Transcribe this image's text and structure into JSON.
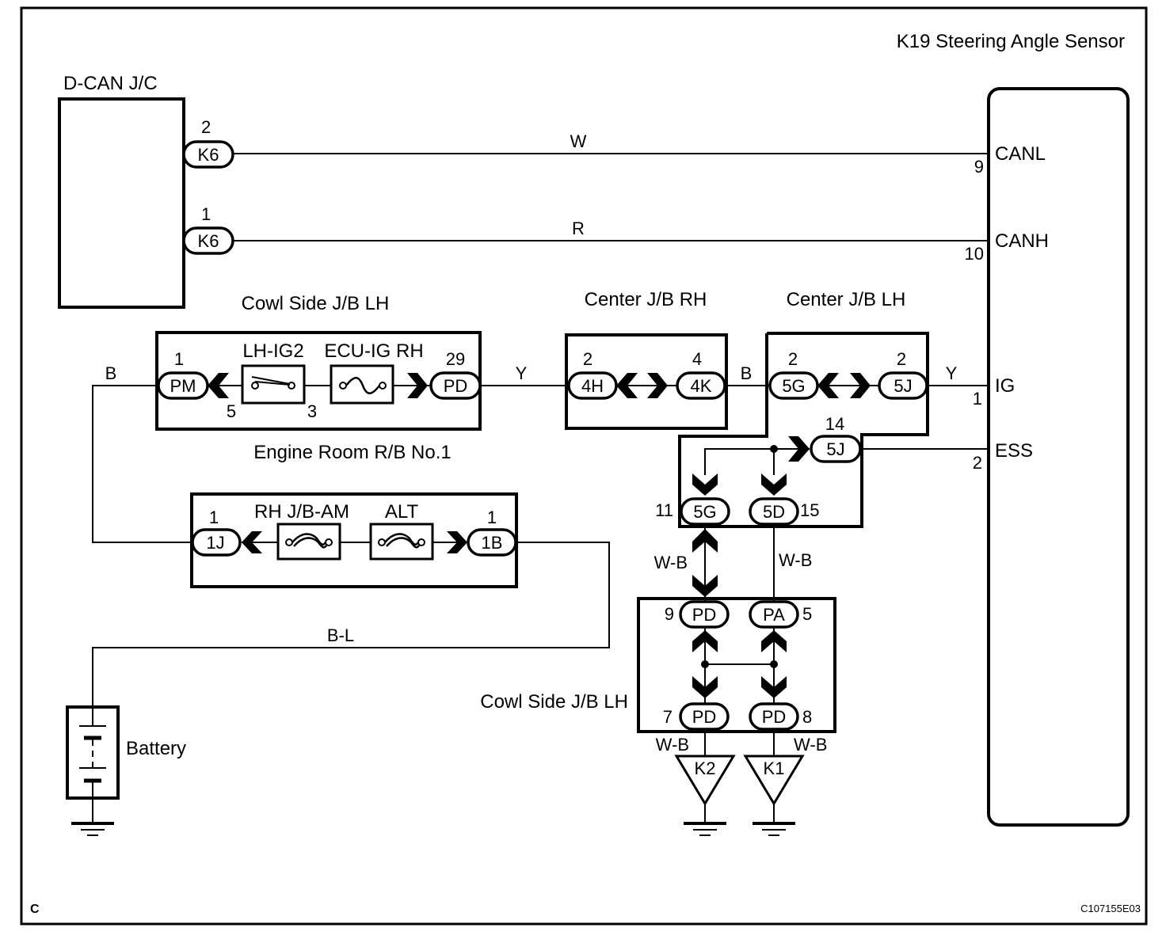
{
  "title": "K19  Steering Angle Sensor",
  "page_letter": "C",
  "figure_code": "C107155E03",
  "components": {
    "dcan_jc": {
      "label": "D-CAN J/C",
      "pins": [
        {
          "pin": "2",
          "connector": "K6"
        },
        {
          "pin": "1",
          "connector": "K6"
        }
      ]
    },
    "sensor": {
      "label": "K19  Steering Angle Sensor",
      "terminals": [
        {
          "pin": "9",
          "name": "CANL"
        },
        {
          "pin": "10",
          "name": "CANH"
        },
        {
          "pin": "1",
          "name": "IG"
        },
        {
          "pin": "2",
          "name": "ESS"
        }
      ]
    },
    "cowl_side_top": {
      "label_top": "Cowl Side J/B LH",
      "label_bottom": "Engine Room R/B No.1",
      "left_pin": "1",
      "left_conn": "PM",
      "switch_label": "LH-IG2",
      "switch_pin_left": "5",
      "switch_pin_right": "3",
      "fuse_label": "ECU-IG RH",
      "right_pin": "29",
      "right_conn": "PD"
    },
    "center_rh": {
      "label": "Center J/B RH",
      "left_pin": "2",
      "left_conn": "4H",
      "right_pin": "4",
      "right_conn": "4K"
    },
    "center_lh": {
      "label": "Center J/B LH",
      "left_pin": "2",
      "left_conn": "5G",
      "right_pin": "2",
      "right_conn": "5J",
      "ess_pin": "14",
      "ess_conn": "5J",
      "gnd1_pin": "11",
      "gnd1_conn": "5G",
      "gnd2_pin": "15",
      "gnd2_conn": "5D"
    },
    "engine_room_rb": {
      "left_pin": "1",
      "left_conn": "1J",
      "fuse1_label": "RH J/B-AM",
      "fuse2_label": "ALT",
      "right_pin": "1",
      "right_conn": "1B"
    },
    "cowl_side_bottom": {
      "label": "Cowl Side J/B LH",
      "tl_pin": "9",
      "tl_conn": "PD",
      "tr_pin": "5",
      "tr_conn": "PA",
      "bl_pin": "7",
      "bl_conn": "PD",
      "br_pin": "8",
      "br_conn": "PD"
    },
    "battery": {
      "label": "Battery"
    },
    "grounds": [
      {
        "id": "K2",
        "wire": "W-B"
      },
      {
        "id": "K1",
        "wire": "W-B"
      }
    ]
  },
  "wires": {
    "canl": "W",
    "canh": "R",
    "b_left": "B",
    "y_mid": "Y",
    "b_mid": "B",
    "y_right": "Y",
    "wb_left": "W-B",
    "wb_right": "W-B",
    "bl": "B-L"
  }
}
